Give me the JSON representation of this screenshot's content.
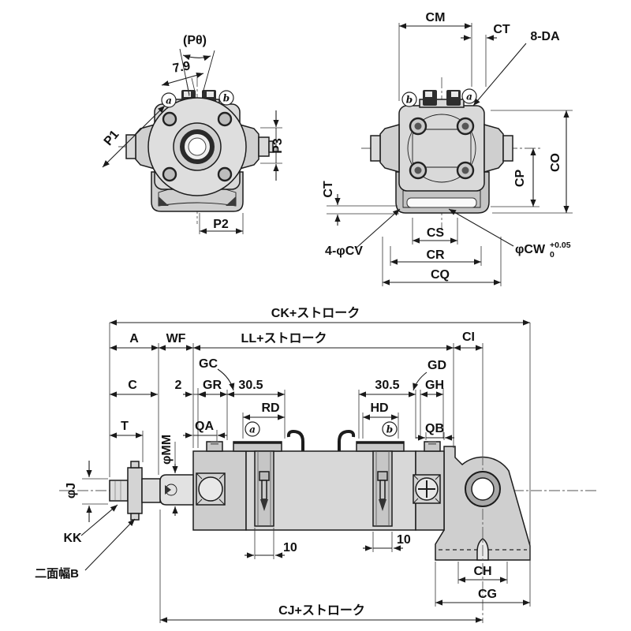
{
  "drawing": {
    "front_view": {
      "p_theta": "(Pθ)",
      "port_offset": "7.9",
      "port_a": "a",
      "port_b": "b",
      "p1": "P1",
      "p2": "P2",
      "p3": "P3"
    },
    "rear_view": {
      "cm": "CM",
      "ct_top": "CT",
      "bolt_holes": "8-DA",
      "port_b": "b",
      "port_a": "a",
      "co": "CO",
      "cp": "CP",
      "ct_side": "CT",
      "cs": "CS",
      "cr": "CR",
      "cq": "CQ",
      "mount_holes": "4-φCV",
      "pilot_dia": "φCW",
      "pilot_tol_upper": "+0.05",
      "pilot_tol_lower": "0"
    },
    "side_view": {
      "ck": "CK+ストローク",
      "a": "A",
      "wf": "WF",
      "ll": "LL+ストローク",
      "ci": "CI",
      "c": "C",
      "two": "2",
      "gc": "GC",
      "gr": "GR",
      "pitch_left": "30.5",
      "pitch_right": "30.5",
      "gd": "GD",
      "gh": "GH",
      "t": "T",
      "qa": "QA",
      "rd": "RD",
      "hd": "HD",
      "qb": "QB",
      "rod_dia": "φMM",
      "thread_dia": "φJ",
      "switch_a": "a",
      "switch_b": "b",
      "kk": "KK",
      "flats": "二面幅B",
      "band_left": "10",
      "band_right": "10",
      "ch": "CH",
      "cg": "CG",
      "cj": "CJ+ストローク"
    }
  }
}
